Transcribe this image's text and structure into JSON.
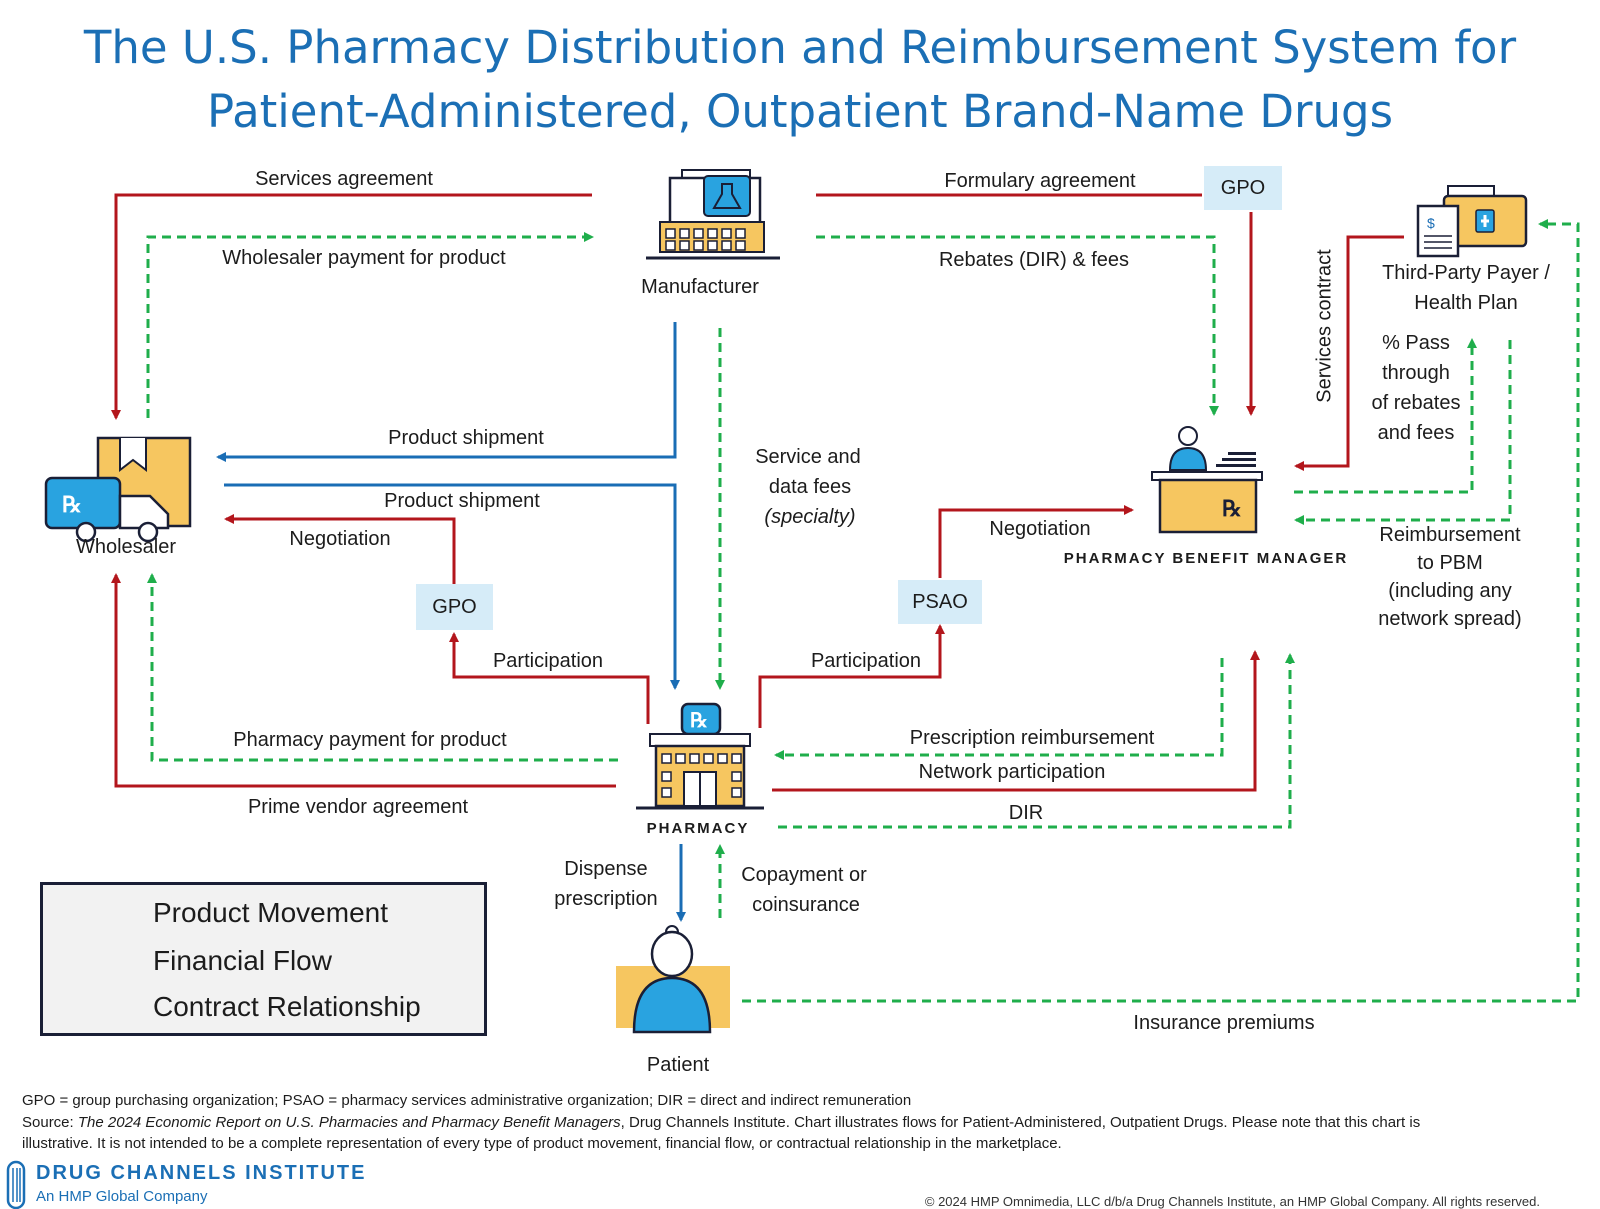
{
  "title": {
    "line1": "The U.S. Pharmacy Distribution and Reimbursement System for",
    "line2": "Patient-Administered, Outpatient Brand-Name Drugs"
  },
  "nodes": {
    "manufacturer": "Manufacturer",
    "wholesaler": "Wholesaler",
    "pharmacy": "PHARMACY",
    "patient": "Patient",
    "pbm": "PHARMACY BENEFIT MANAGER",
    "payer_line1": "Third-Party Payer /",
    "payer_line2": "Health Plan"
  },
  "boxes": {
    "gpo_top": "GPO",
    "gpo_left": "GPO",
    "psao": "PSAO"
  },
  "flow_labels": {
    "services_agreement": "Services agreement",
    "wholesaler_payment": "Wholesaler payment for product",
    "formulary_agreement": "Formulary agreement",
    "rebates_fees": "Rebates (DIR) & fees",
    "product_shipment_1": "Product shipment",
    "product_shipment_2": "Product shipment",
    "negotiation_left": "Negotiation",
    "service_fees_1": "Service and",
    "service_fees_2": "data fees",
    "service_fees_3": "(specialty)",
    "negotiation_right": "Negotiation",
    "participation_left": "Participation",
    "participation_right": "Participation",
    "pharmacy_payment": "Pharmacy payment for product",
    "prime_vendor": "Prime vendor agreement",
    "rx_reimbursement": "Prescription reimbursement",
    "network_participation": "Network participation",
    "dir": "DIR",
    "dispense_1": "Dispense",
    "dispense_2": "prescription",
    "copay_1": "Copayment or",
    "copay_2": "coinsurance",
    "insurance_premiums": "Insurance premiums",
    "services_contract": "Services contract",
    "pass_1": "% Pass",
    "pass_2": "through",
    "pass_3": "of rebates",
    "pass_4": "and fees",
    "reimb_1": "Reimbursement",
    "reimb_2": "to PBM",
    "reimb_3": "(including any",
    "reimb_4": "network spread)"
  },
  "legend": {
    "product": "Product Movement",
    "financial": "Financial Flow",
    "contract": "Contract Relationship"
  },
  "colors": {
    "product": "#1a6db5",
    "financial": "#1fae4b",
    "contract": "#b3161c",
    "title": "#1b6fb5",
    "box": "#d6ecf8",
    "icon_gold": "#f6c660"
  },
  "footer": {
    "abbreviations": "GPO = group purchasing organization; PSAO = pharmacy services administrative organization; DIR = direct and indirect remuneration",
    "source_prefix": "Source: ",
    "source_title": "The 2024 Economic Report on U.S. Pharmacies and Pharmacy Benefit Managers",
    "source_rest": ", Drug Channels Institute. Chart illustrates flows for Patient-Administered, Outpatient Drugs. Please note that this chart is",
    "source_line2": "illustrative. It is not intended to be a complete representation of every type of product movement, financial flow, or contractual relationship in the marketplace.",
    "brand": "DRUG CHANNELS INSTITUTE",
    "brand_sub": "An HMP Global Company",
    "copyright": "© 2024 HMP Omnimedia, LLC d/b/a Drug Channels Institute, an HMP Global Company. All rights reserved."
  }
}
